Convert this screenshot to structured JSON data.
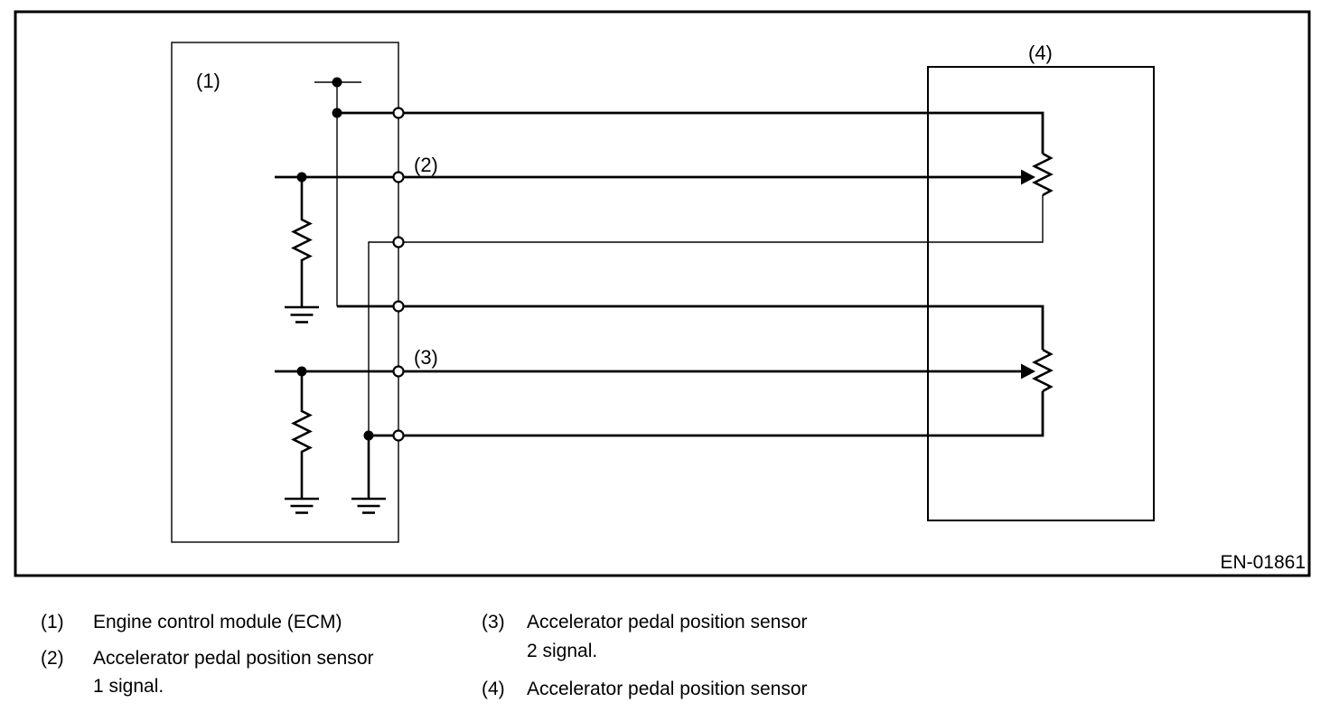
{
  "colors": {
    "ink": "#000000",
    "paper": "#ffffff"
  },
  "diagram": {
    "callout_1": "(1)",
    "callout_2": "(2)",
    "callout_3": "(3)",
    "callout_4": "(4)",
    "figure_code": "EN-01861"
  },
  "legend": {
    "items": [
      {
        "num": "(1)",
        "line1": "Engine control module (ECM)",
        "line2": ""
      },
      {
        "num": "(2)",
        "line1": "Accelerator pedal position sensor",
        "line2": "1 signal."
      },
      {
        "num": "(3)",
        "line1": "Accelerator pedal position sensor",
        "line2": "2 signal."
      },
      {
        "num": "(4)",
        "line1": "Accelerator pedal position sensor",
        "line2": ""
      }
    ]
  }
}
